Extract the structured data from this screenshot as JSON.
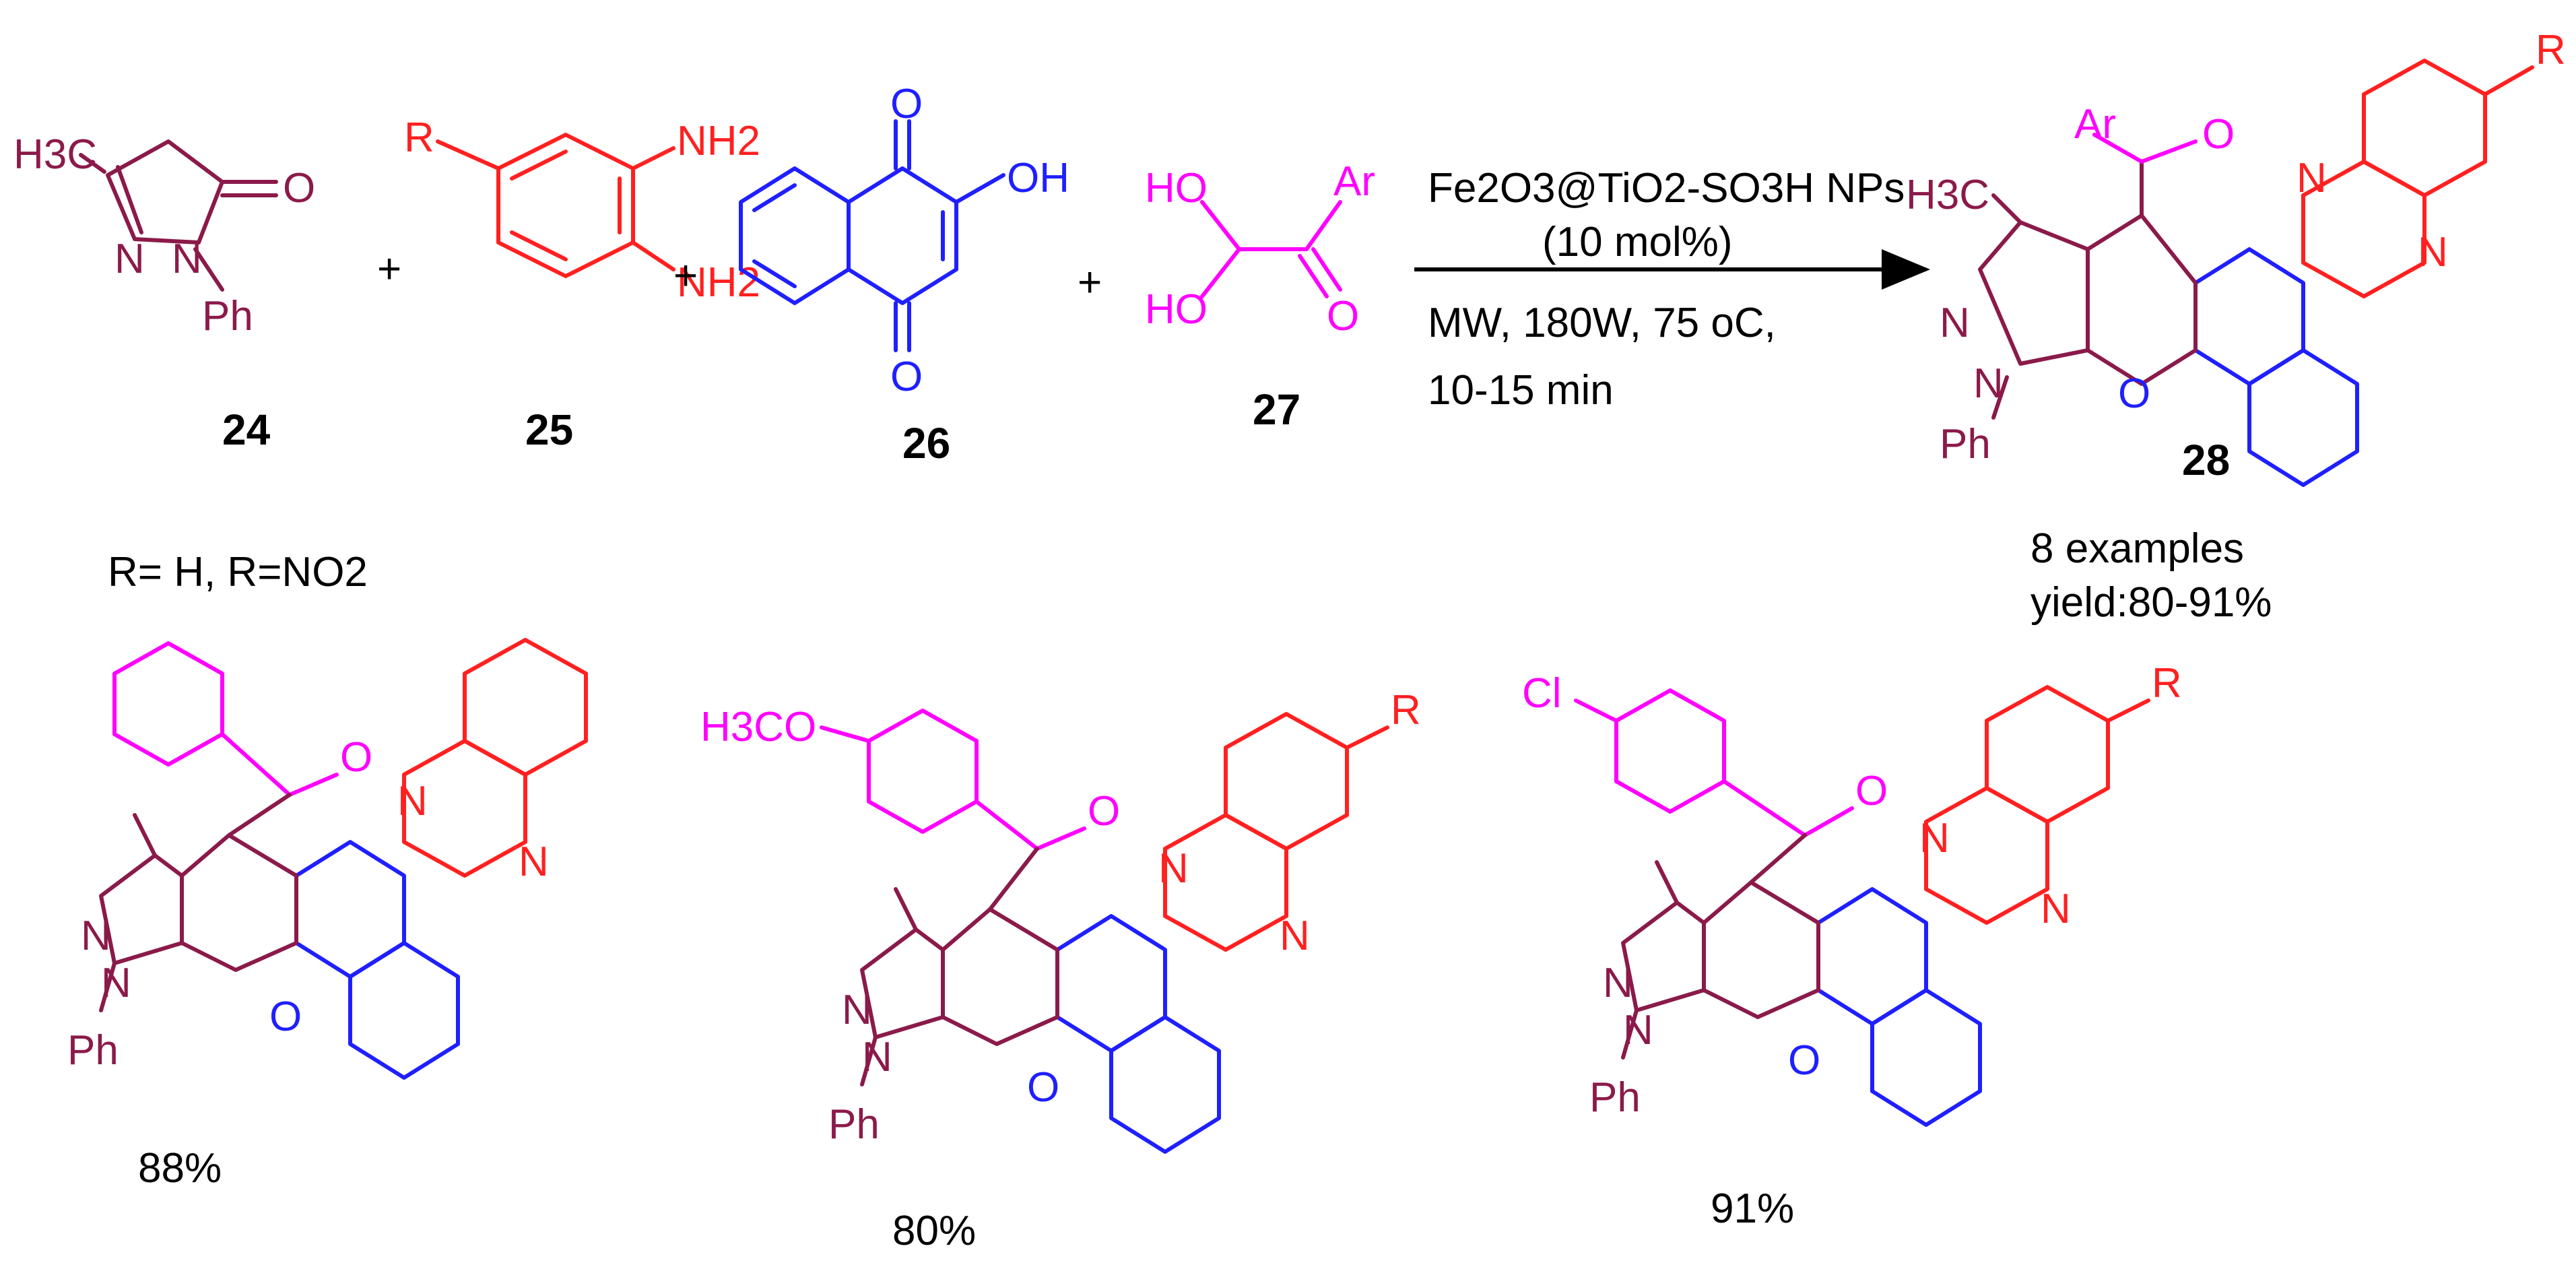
{
  "colors": {
    "pyrazolone": "#8b1a4a",
    "diamine": "#ff2020",
    "naphthoquinone": "#1f1fff",
    "glyoxal": "#ff00ff",
    "arrow": "#000000"
  },
  "reactants": {
    "r24": {
      "label_ch3": "H3C",
      "label_n": "N",
      "label_n2": "N",
      "label_o": "O",
      "label_ph": "Ph",
      "number": "24"
    },
    "r25": {
      "label_r": "R",
      "label_nh2a": "NH2",
      "label_nh2b": "NH2",
      "number": "25"
    },
    "r26": {
      "label_o1": "O",
      "label_oh": "OH",
      "label_o2": "O",
      "number": "26"
    },
    "r27": {
      "label_ho1": "HO",
      "label_ho2": "HO",
      "label_ar": "Ar",
      "label_o": "O",
      "number": "27"
    },
    "plus": "+"
  },
  "conditions": {
    "catalyst": "Fe2O3@TiO2-SO3H NPs",
    "loading": "(10 mol%)",
    "line1": "MW, 180W, 75 oC,",
    "line2": "10-15 min"
  },
  "product": {
    "number": "28",
    "examples": "8 examples",
    "yield": "yield:80-91%",
    "labels": {
      "ar": "Ar",
      "o": "O",
      "n": "N",
      "r": "R",
      "ch3": "H3C",
      "ph": "Ph"
    }
  },
  "substituents_note": "R= H, R=NO2",
  "examples": [
    {
      "yield": "88%",
      "aryl_sub": ""
    },
    {
      "yield": "80%",
      "aryl_sub": "H3CO"
    },
    {
      "yield": "91%",
      "aryl_sub": "Cl"
    }
  ],
  "common_labels": {
    "n": "N",
    "o": "O",
    "ph": "Ph",
    "r": "R"
  }
}
